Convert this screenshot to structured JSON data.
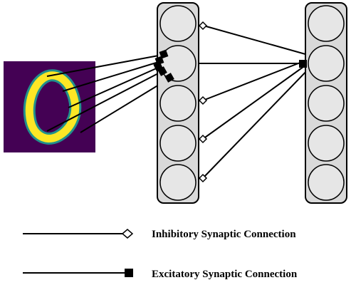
{
  "figure": {
    "input_image_icon": "handwritten-digit-zero",
    "layers": [
      {
        "neuron_count": 5
      },
      {
        "neuron_count": 5
      }
    ]
  },
  "legend": {
    "items": [
      {
        "symbol": "open-diamond-terminal",
        "label": "Inhibitory Synaptic Connection"
      },
      {
        "symbol": "filled-square-terminal",
        "label": "Excitatory Synaptic Connection"
      }
    ]
  },
  "colors": {
    "layer_fill": "#d9d9d9",
    "neuron_fill": "#e6e6e6",
    "stroke": "#000000",
    "digit_background": "#440154",
    "digit_stroke": "#fde725",
    "digit_edge": "#21918c"
  }
}
